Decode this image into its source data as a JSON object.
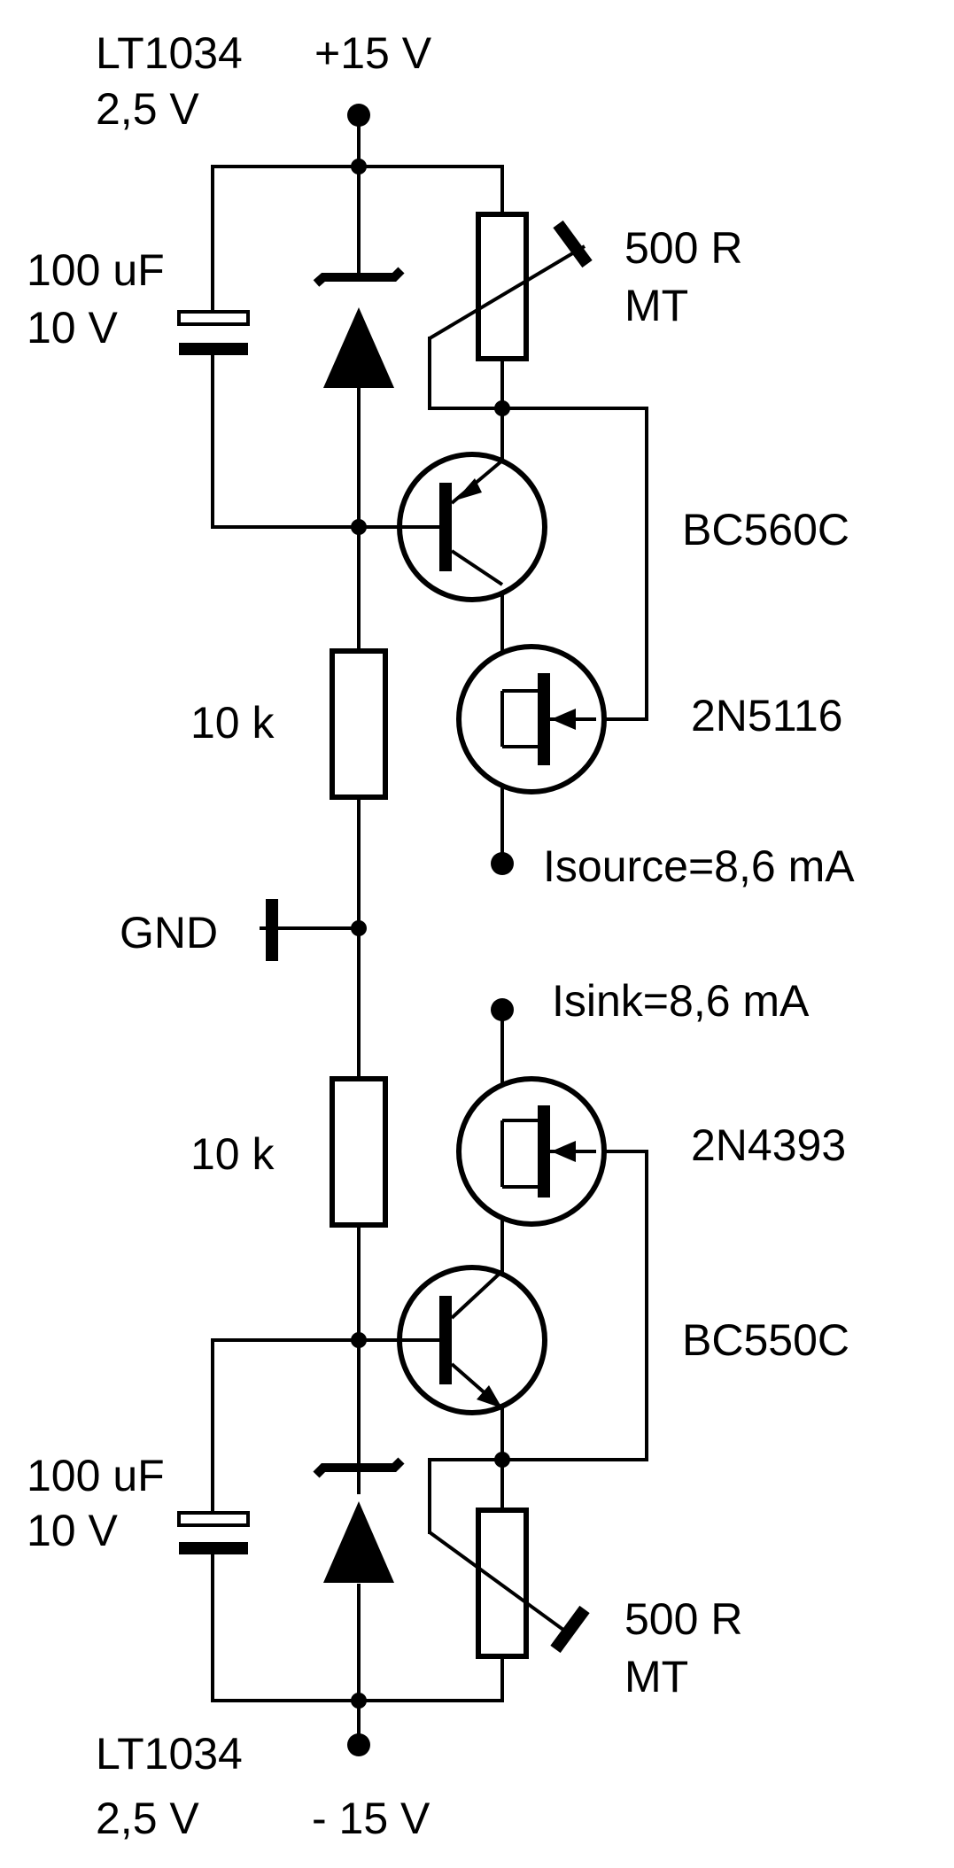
{
  "colors": {
    "background": "#ffffff",
    "line": "#000000"
  },
  "labels": {
    "ref_top_part": "LT1034",
    "ref_top_voltage": "2,5 V",
    "supply_positive": "+15 V",
    "cap_top_value": "100 uF",
    "cap_top_voltage": "10 V",
    "pot_top_value": "500 R",
    "pot_top_type": "MT",
    "transistor_pnp": "BC560C",
    "jfet_top": "2N5116",
    "resistor_top": "10 k",
    "isource": "Isource=8,6 mA",
    "gnd": "GND",
    "isink": "Isink=8,6 mA",
    "resistor_bottom": "10 k",
    "jfet_bottom": "2N4393",
    "transistor_npn": "BC550C",
    "cap_bottom_value": "100 uF",
    "cap_bottom_voltage": "10 V",
    "pot_bottom_value": "500 R",
    "pot_bottom_type": "MT",
    "ref_bottom_part": "LT1034",
    "ref_bottom_voltage": "2,5 V",
    "supply_negative": "- 15 V"
  }
}
